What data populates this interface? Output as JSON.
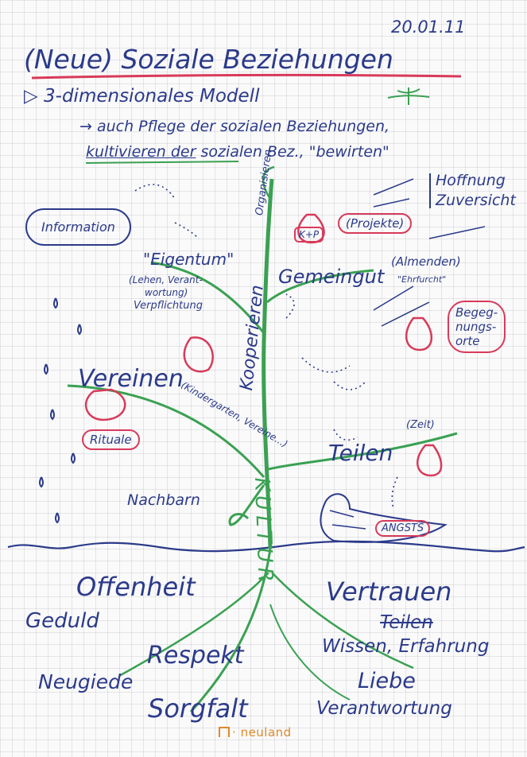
{
  "header": {
    "date": "20.01.11",
    "title": "(Neue) Soziale Beziehungen",
    "model": "3-dimensionales Modell",
    "intro_line1": "→ auch Pflege der sozialen Beziehungen,",
    "intro_line2_a": "kultivieren der",
    "intro_line2_b": "sozialen Bez., \"bewirten\""
  },
  "plant": {
    "stem": "KULTUR",
    "organize": "Organisieren",
    "cooperate": "Kooperieren",
    "commons": "Gemeingut",
    "commons_note": "(Almenden)",
    "commons_note2": "\"Ehrfurcht\"",
    "property": "\"Eigentum\"",
    "property_note1": "(Lehen, Verant-",
    "property_note2": "wortung)",
    "property_note3": "Verpflichtung",
    "unite": "Vereinen",
    "unite_note": "(Kindergarten, Vereine...)",
    "share": "Teilen",
    "share_note": "(Zeit)",
    "neighbors": "Nachbarn"
  },
  "bubbles": {
    "kp": "K+P",
    "projects": "(Projekte)",
    "rituals": "Rituale",
    "meeting_places_1": "Begeg-",
    "meeting_places_2": "nungs-",
    "meeting_places_3": "orte",
    "fears": "ANGSTS"
  },
  "sky": {
    "information": "Information",
    "hope_1": "Hoffnung",
    "hope_2": "Zuversicht"
  },
  "roots": {
    "openness": "Offenheit",
    "patience": "Geduld",
    "respect": "Respekt",
    "curiosity": "Neugiede",
    "care": "Sorgfalt",
    "trust": "Vertrauen",
    "share_struck": "Teilen",
    "knowledge": "Wissen, Erfahrung",
    "love": "Liebe",
    "responsibility": "Verantwortung"
  },
  "footer": {
    "brand": "neuland"
  },
  "colors": {
    "ink_blue": "#2b3a8a",
    "ink_green": "#3aa152",
    "ink_red": "#d83a5a",
    "brand_orange": "#e0892a"
  }
}
